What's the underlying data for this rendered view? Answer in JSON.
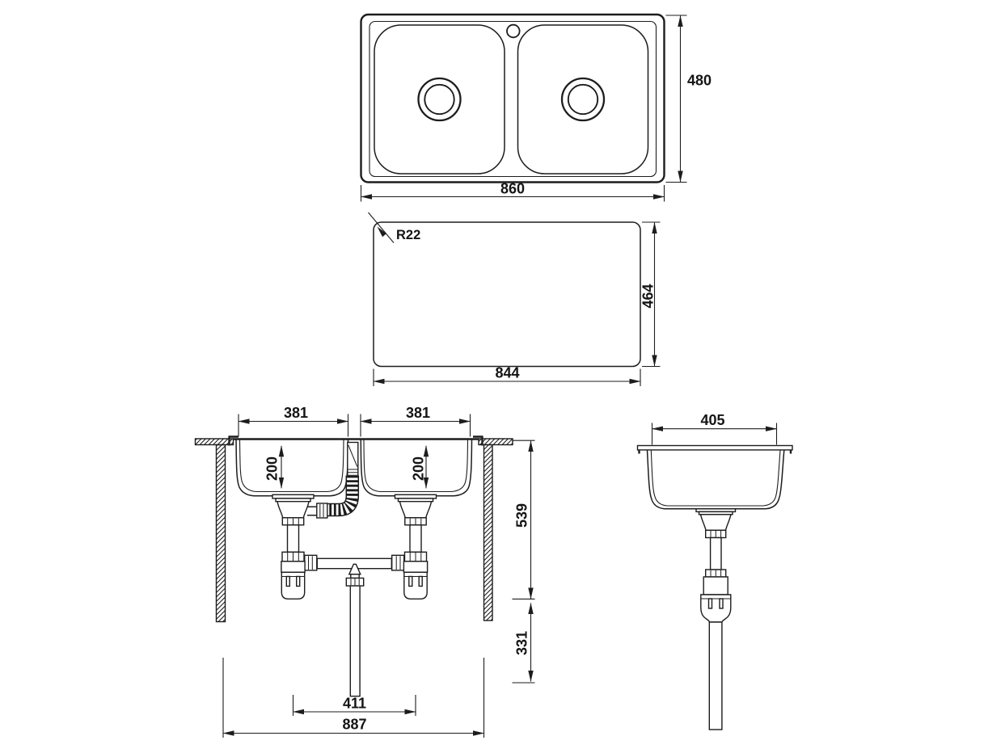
{
  "colors": {
    "line": "#1d1d1d",
    "background": "#ffffff"
  },
  "top_view": {
    "overall_width": "860",
    "overall_depth": "480"
  },
  "cutout_view": {
    "corner_radius": "R22",
    "width": "844",
    "depth": "464"
  },
  "front_view": {
    "left_bowl_width": "381",
    "right_bowl_width": "381",
    "left_bowl_depth": "200",
    "right_bowl_depth": "200",
    "upper_height": "539",
    "lower_height": "331",
    "drain_spacing": "411",
    "overall_width": "887"
  },
  "side_view": {
    "bowl_width": "405"
  }
}
